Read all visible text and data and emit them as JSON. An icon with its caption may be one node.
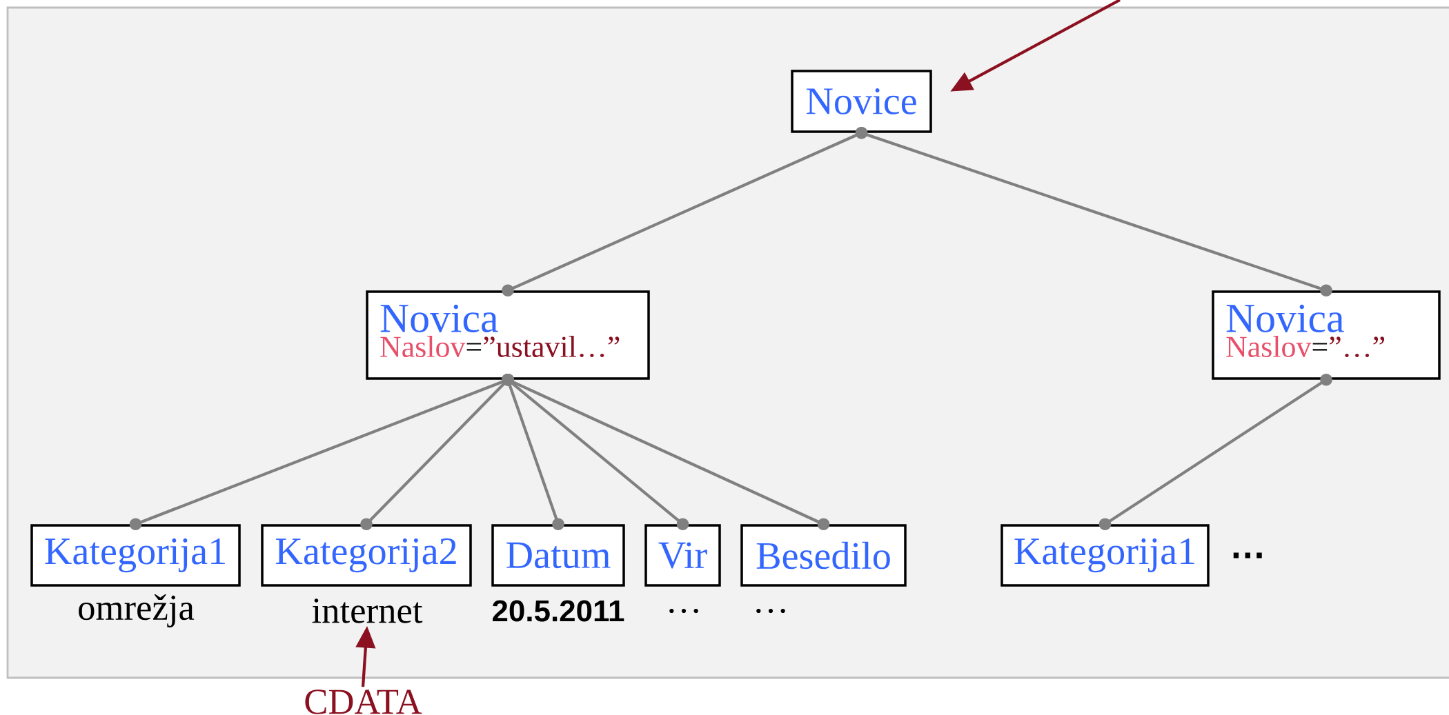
{
  "diagram": {
    "nodes": [
      {
        "text": [
          "Novice"
        ]
      },
      {
        "text": [
          "Novica",
          "Naslov",
          "=",
          "”ustavil…”"
        ]
      },
      {
        "text": [
          "Kategorija1"
        ]
      },
      {
        "text": [
          "Kategorija2"
        ]
      },
      {
        "text": [
          "Datum"
        ]
      },
      {
        "text": [
          "Vir"
        ]
      },
      {
        "text": [
          "Besedilo"
        ]
      },
      {
        "text": [
          "Novica",
          "Naslov",
          "=",
          "”…”"
        ]
      },
      {
        "text": [
          "Kategorija1"
        ],
        "beside": [
          "…"
        ]
      },
      {
        "text": [
          "internet"
        ]
      },
      {
        "text": [
          "CDATA"
        ]
      }
    ],
    "edges": [
      {
        "from": 0,
        "to": 1,
        "arrow": "other"
      },
      {
        "from": 0,
        "to": 7,
        "arrow": "other"
      },
      {
        "from": 1,
        "to": 2,
        "arrow": "other"
      },
      {
        "from": 1,
        "to": 3,
        "arrow": "other"
      },
      {
        "from": 1,
        "to": 4,
        "arrow": "other"
      },
      {
        "from": 1,
        "to": 5,
        "arrow": "other"
      },
      {
        "from": 1,
        "to": 6,
        "arrow": "other"
      },
      {
        "from": 7,
        "to": 8,
        "arrow": "other"
      },
      {
        "from": null,
        "to": 0,
        "arrow": "to",
        "color": "#8b1020"
      },
      {
        "from": 10,
        "to": 9,
        "arrow": "to",
        "color": "#8b1020"
      }
    ],
    "labels": [
      "omrežja",
      "20.5.2011",
      "…",
      "…"
    ]
  }
}
